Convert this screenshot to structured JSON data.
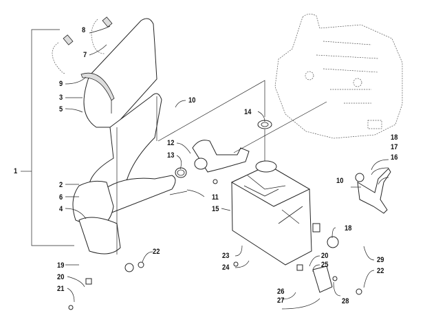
{
  "diagram": {
    "title": "Exhaust System Parts Diagram",
    "callouts": [
      {
        "id": "c1",
        "label": "1",
        "part": "exhaust-assembly-bracket"
      },
      {
        "id": "c2",
        "label": "2",
        "part": "exhaust-pipe"
      },
      {
        "id": "c3",
        "label": "3",
        "part": "heat-shield-upper"
      },
      {
        "id": "c4",
        "label": "4",
        "part": "heat-shield-lower"
      },
      {
        "id": "c5",
        "label": "5",
        "part": "rivet-upper"
      },
      {
        "id": "c6",
        "label": "6",
        "part": "rivet-lower"
      },
      {
        "id": "c7",
        "label": "7",
        "part": "chain"
      },
      {
        "id": "c8",
        "label": "8",
        "part": "spring-chain"
      },
      {
        "id": "c9",
        "label": "9",
        "part": "insulation-strip"
      },
      {
        "id": "c10a",
        "label": "10",
        "part": "spring-upper"
      },
      {
        "id": "c10b",
        "label": "10",
        "part": "spring-bracket"
      },
      {
        "id": "c11",
        "label": "11",
        "part": "spring-manifold"
      },
      {
        "id": "c12",
        "label": "12",
        "part": "exhaust-manifold"
      },
      {
        "id": "c13",
        "label": "13",
        "part": "seal-ring"
      },
      {
        "id": "c14",
        "label": "14",
        "part": "grommet"
      },
      {
        "id": "c15",
        "label": "15",
        "part": "muffler"
      },
      {
        "id": "c16",
        "label": "16",
        "part": "bracket"
      },
      {
        "id": "c17",
        "label": "17",
        "part": "cap-screw-bracket"
      },
      {
        "id": "c18a",
        "label": "18",
        "part": "grommet-bracket"
      },
      {
        "id": "c18b",
        "label": "18",
        "part": "grommet-muffler"
      },
      {
        "id": "c19",
        "label": "19",
        "part": "heat-deflector"
      },
      {
        "id": "c20a",
        "label": "20",
        "part": "bushing-lower"
      },
      {
        "id": "c20b",
        "label": "20",
        "part": "bushing-muffler"
      },
      {
        "id": "c21",
        "label": "21",
        "part": "cap-screw-lower"
      },
      {
        "id": "c22a",
        "label": "22",
        "part": "lock-nut-lower"
      },
      {
        "id": "c22b",
        "label": "22",
        "part": "lock-nut-plate"
      },
      {
        "id": "c23",
        "label": "23",
        "part": "cap-screw-muffler"
      },
      {
        "id": "c24",
        "label": "24",
        "part": "washer"
      },
      {
        "id": "c25",
        "label": "25",
        "part": "spacer"
      },
      {
        "id": "c26",
        "label": "26",
        "part": "cap-screw-plate"
      },
      {
        "id": "c27",
        "label": "27",
        "part": "mounting-plate"
      },
      {
        "id": "c28",
        "label": "28",
        "part": "lock-washer"
      },
      {
        "id": "c29",
        "label": "29",
        "part": "ground-wire"
      }
    ]
  }
}
